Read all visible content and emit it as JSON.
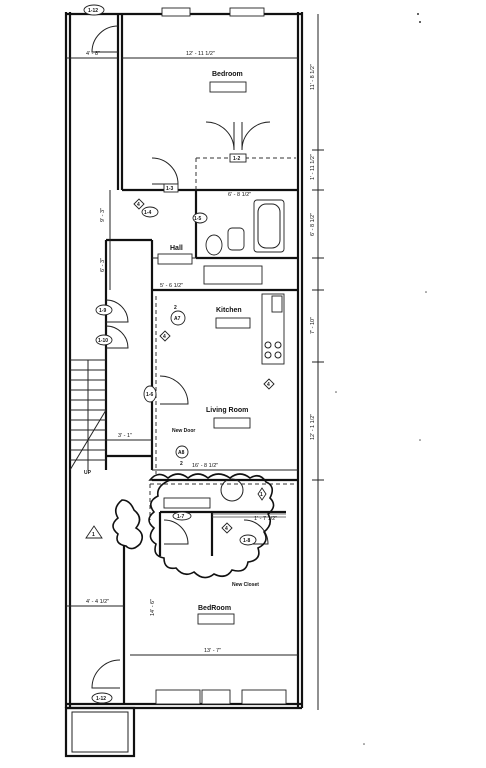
{
  "rooms": {
    "bedroom_top": "Bedroom",
    "hall": "Hall",
    "kitchen": "Kitchen",
    "living_room": "Living Room",
    "bedroom_bottom": "BedRoom"
  },
  "annotations": {
    "new_door": "New Door",
    "new_closet": "New Closet",
    "up": "UP"
  },
  "dimensions": {
    "bedroom_width": "12' - 11 1/2\"",
    "bedroom_depth": "11' - 8 1/2\"",
    "top_left_small": "4' - 8\"",
    "closet_height": "1' - 11 1/2\"",
    "bath_width": "6' - 8 1/2\"",
    "bath_depth": "6' - 8 1/2\"",
    "hall_upper": "9' - 3\"",
    "hall_lower": "6' - 3\"",
    "kitchen_width": "5' - 6 1/2\"",
    "kitchen_depth": "7' - 10\"",
    "corridor": "3' - 1\"",
    "living_width": "16' - 8 1/2\"",
    "living_depth": "12' - 1 1/2\"",
    "closet_small": "1' - 7 1/2\"",
    "lower_left": "4' - 4 1/2\"",
    "bedroom2_depth": "14' - 6\"",
    "bedroom2_width": "13' - 7\""
  },
  "tags": {
    "t_1_12": "1-12",
    "t_1_2": "1-2",
    "t_1_3": "1-3",
    "t_1_4": "1-4",
    "t_1_5": "1-5",
    "t_1_6": "1-6",
    "t_1_7": "1-7",
    "t_1_8": "1-8",
    "t_1_9": "1-9",
    "t_1_10": "1-10",
    "t_a7": "A7",
    "t_a8": "A8",
    "t_2a": "2",
    "t_2b": "2",
    "t_4a": "4",
    "t_4b": "4",
    "t_4c": "4",
    "t_4d": "4",
    "t_1a": "1",
    "t_1b": "1"
  }
}
